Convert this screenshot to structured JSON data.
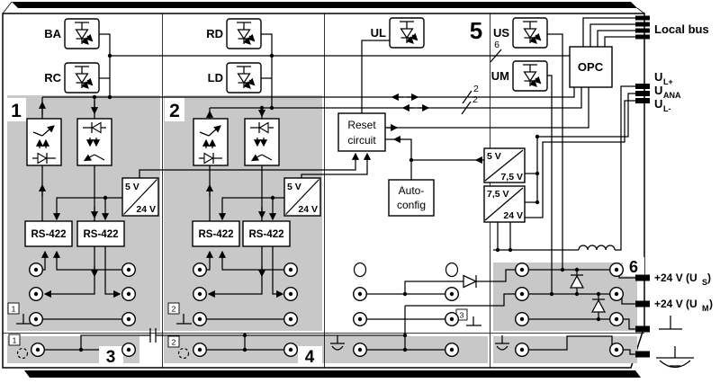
{
  "figure": {
    "kind": "device-internal-wiring-block-diagram"
  },
  "leds": {
    "ba": "BA",
    "rc": "RC",
    "rd": "RD",
    "ld": "LD",
    "ul": "UL",
    "us": "US",
    "um": "UM"
  },
  "sections": {
    "s1": "1",
    "s2": "2",
    "s3": "3",
    "s4": "4",
    "s5": "5",
    "s6": "6"
  },
  "boxes": {
    "rs422": "RS-422",
    "reset": [
      "Reset",
      "circuit"
    ],
    "autoconfig": [
      "Auto-",
      "config"
    ],
    "opc": "OPC",
    "conv_5": "5 V",
    "conv_24": "24 V",
    "conv_75": "7,5 V"
  },
  "bus_widths": {
    "data": "2",
    "led": "6"
  },
  "terminal_markers": {
    "m1": "1",
    "m2": "2",
    "m3": "3"
  },
  "right_labels": {
    "local_bus": "Local bus",
    "u": "U",
    "sub_l_plus": "L+",
    "sub_ana": "ANA",
    "sub_l_minus": "L-",
    "p24_prefix": "+24 V (U",
    "sub_s": "S",
    "sub_m": "M",
    "p24_suffix": ")"
  }
}
